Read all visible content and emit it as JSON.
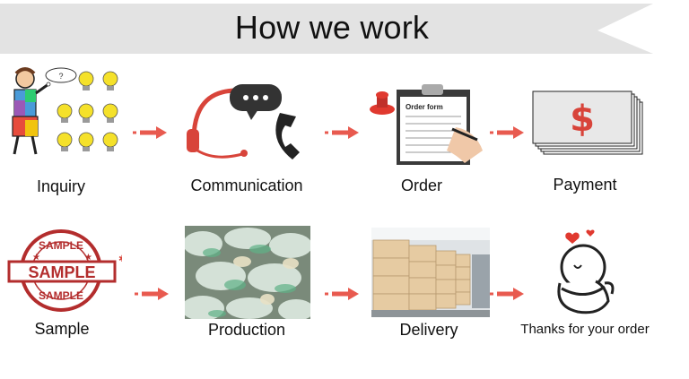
{
  "header": {
    "title": "How we work"
  },
  "steps": [
    {
      "label": "Inquiry",
      "icon": "idea-person-icon"
    },
    {
      "label": "Communication",
      "icon": "headset-phone-icon"
    },
    {
      "label": "Order",
      "icon": "order-form-clipboard-icon"
    },
    {
      "label": "Payment",
      "icon": "dollar-envelopes-icon"
    },
    {
      "label": "Sample",
      "icon": "sample-stamp-icon"
    },
    {
      "label": "Production",
      "icon": "production-photo-icon"
    },
    {
      "label": "Delivery",
      "icon": "warehouse-boxes-icon"
    },
    {
      "label": "Thanks for your order",
      "icon": "thanks-hug-icon"
    }
  ],
  "stamp": {
    "top": "SAMPLE",
    "middle": "SAMPLE",
    "bottom": "SAMPLE"
  },
  "order_form_text": "Order form",
  "bubble_text": "?",
  "colors": {
    "banner": "#e3e3e3",
    "arrow": "#e85a4f",
    "accent_red": "#d8443a"
  }
}
